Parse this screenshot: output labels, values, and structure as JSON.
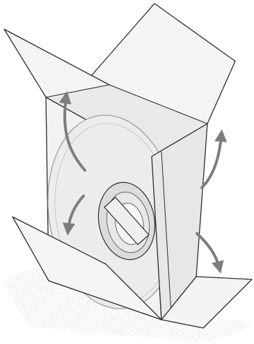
{
  "illustration": {
    "subject": "box-unfolding-with-disc",
    "colors": {
      "outline": "#2b2b2b",
      "panel_light": "#f4f4f4",
      "panel_shade": "#e4e4e4",
      "panel_dark": "#d4d4d4",
      "disc_fill": "#ececec",
      "hub_fill": "#dcdcdc",
      "arrow": "#7d7d7d",
      "shadow": "#d0d0d0",
      "background": "#ffffff"
    },
    "arrows": [
      {
        "name": "arrow-top-left-up",
        "direction": "up"
      },
      {
        "name": "arrow-left-down",
        "direction": "down"
      },
      {
        "name": "arrow-right-up",
        "direction": "up"
      },
      {
        "name": "arrow-right-down",
        "direction": "down"
      }
    ]
  }
}
